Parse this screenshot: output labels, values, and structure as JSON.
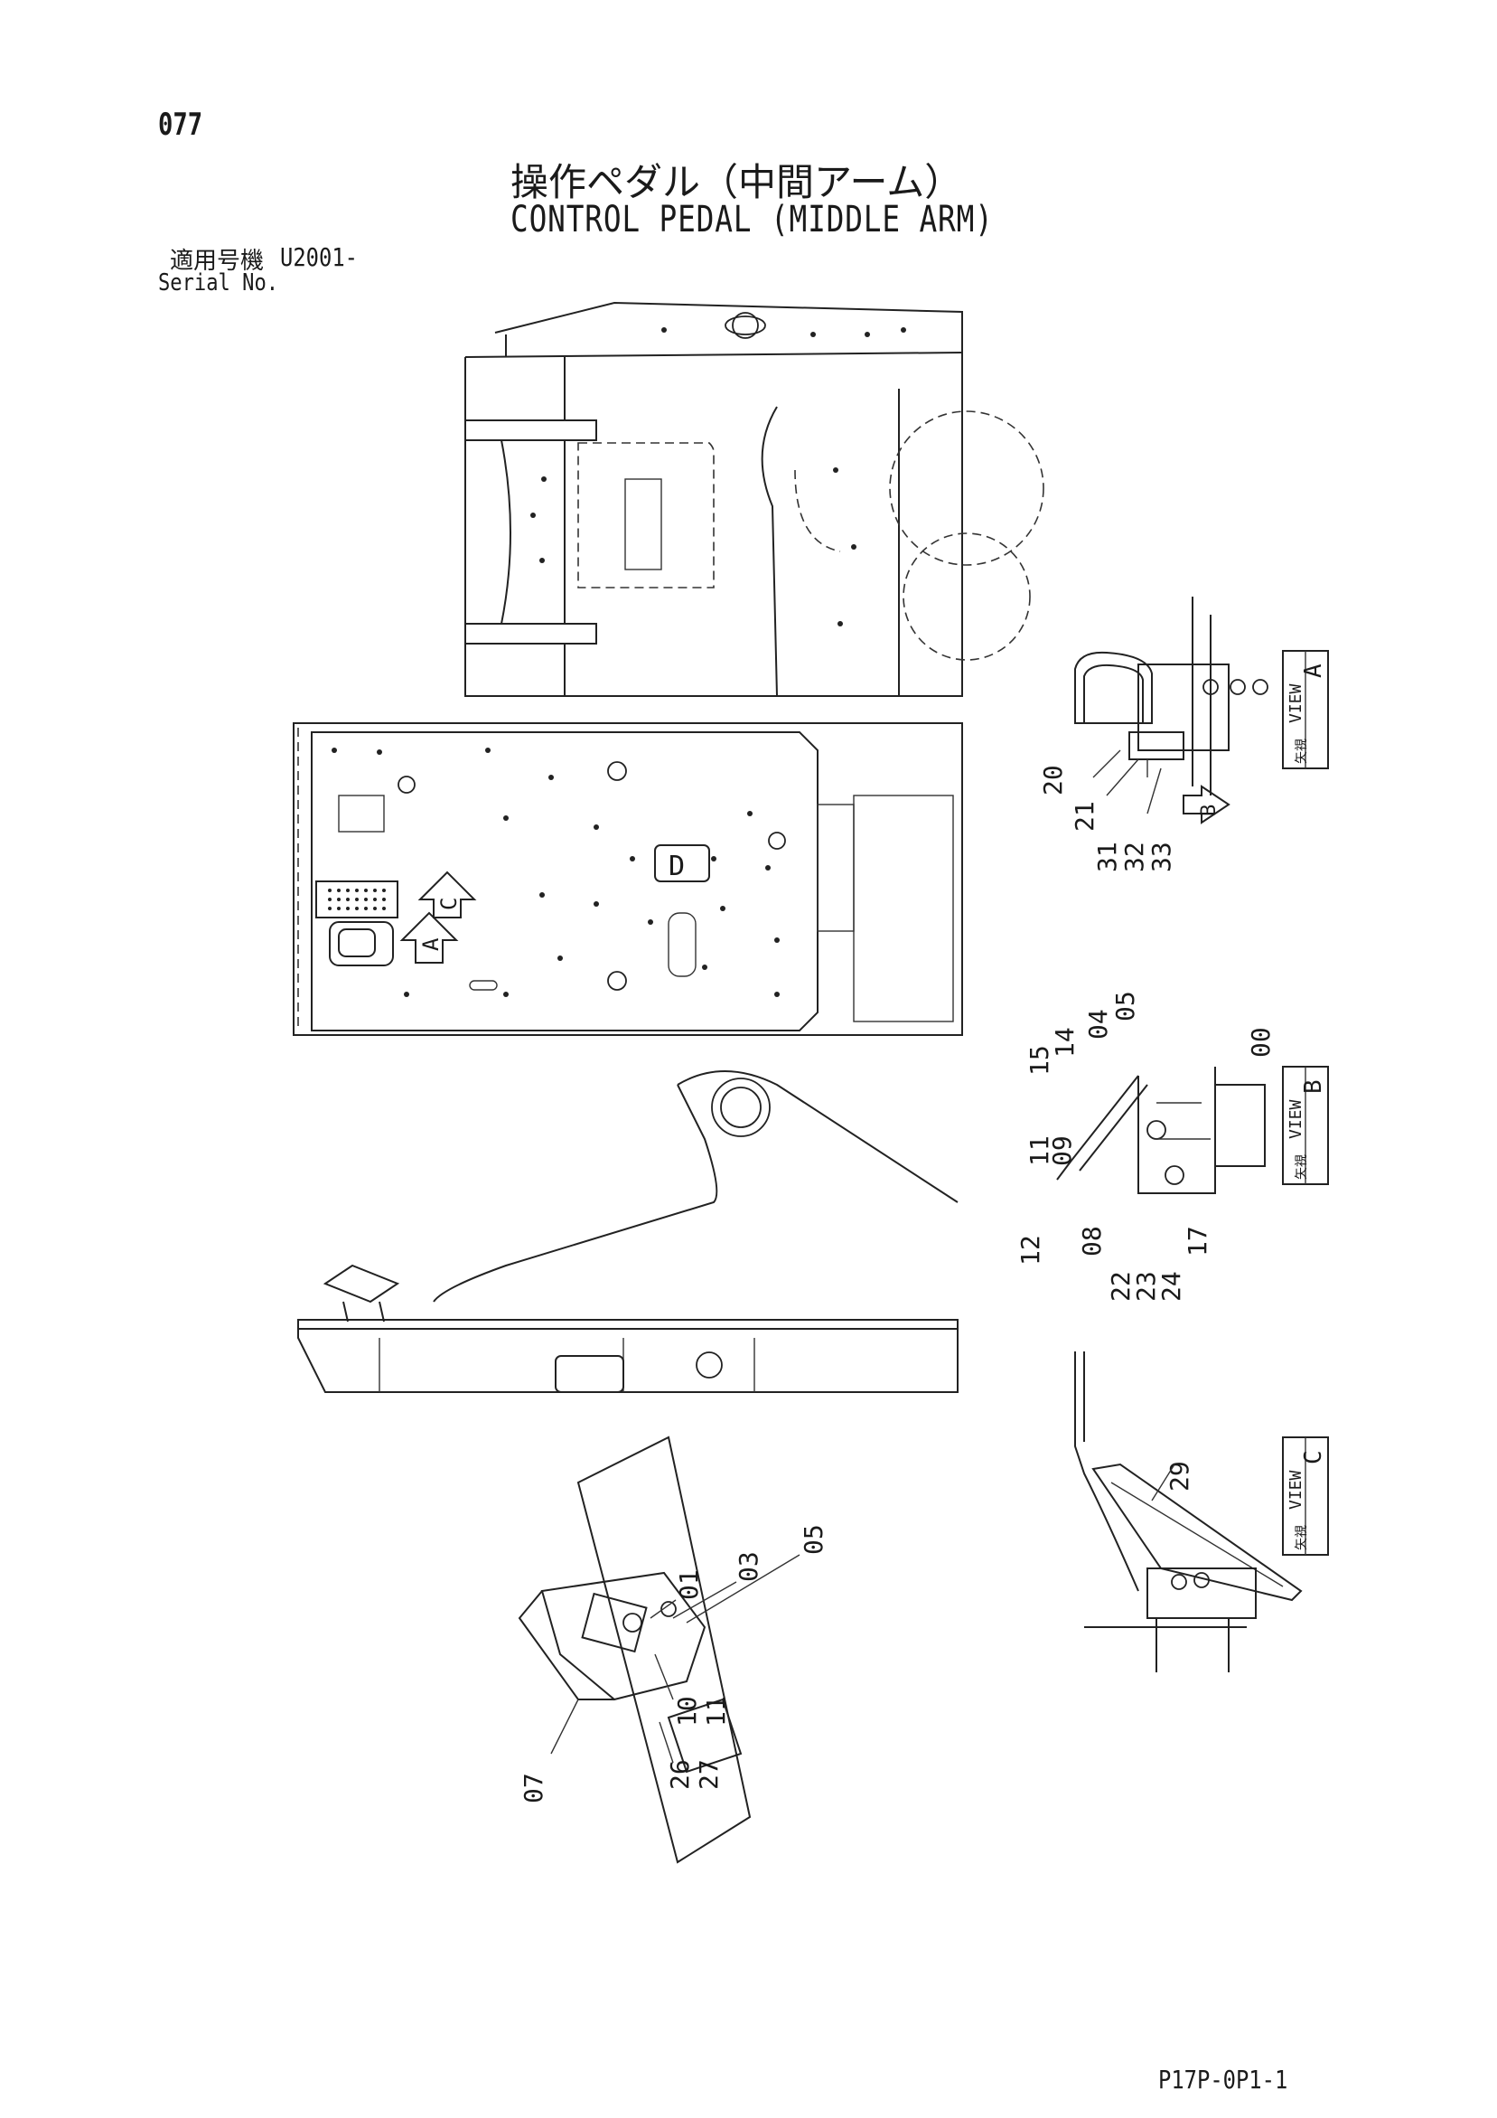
{
  "header": {
    "page_number": "077",
    "title_ja": "操作ペダル（中間アーム）",
    "title_en": "CONTROL PEDAL (MIDDLE ARM)"
  },
  "serial": {
    "label_ja": "適用号機",
    "value": "U2001-",
    "label_en": "Serial No."
  },
  "views": {
    "view_label": "VIEW",
    "view_kanji": "矢視",
    "a": "A",
    "b": "B",
    "c": "C"
  },
  "callouts": {
    "main_plan": {
      "arrow_a": "A",
      "arrow_c": "C",
      "arrow_b": "B",
      "marker_d": "D"
    },
    "detail_bottom": [
      "01",
      "03",
      "05",
      "10",
      "11",
      "26",
      "27",
      "07"
    ],
    "view_a": [
      "20",
      "21",
      "31",
      "32",
      "33"
    ],
    "view_b_top": [
      "15",
      "14",
      "04",
      "05",
      "00"
    ],
    "view_b": [
      "11",
      "09",
      "12",
      "08",
      "22",
      "23",
      "24",
      "17"
    ],
    "view_c": [
      "29"
    ]
  },
  "footer": {
    "drawing_code": "P17P-0P1-1"
  }
}
